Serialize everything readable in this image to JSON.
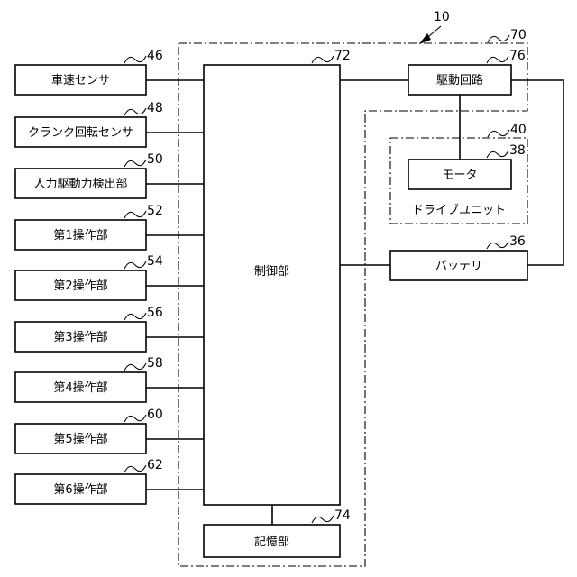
{
  "system": {
    "ref": "10"
  },
  "controller_group": {
    "ref": "70"
  },
  "drive_unit_group": {
    "ref": "40",
    "label": "ドライブユニット"
  },
  "sensors": [
    {
      "label": "車速センサ",
      "ref": "46"
    },
    {
      "label": "クランク回転センサ",
      "ref": "48"
    },
    {
      "label": "人力駆動力検出部",
      "ref": "50"
    },
    {
      "label": "第1操作部",
      "ref": "52"
    },
    {
      "label": "第2操作部",
      "ref": "54"
    },
    {
      "label": "第3操作部",
      "ref": "56"
    },
    {
      "label": "第4操作部",
      "ref": "58"
    },
    {
      "label": "第5操作部",
      "ref": "60"
    },
    {
      "label": "第6操作部",
      "ref": "62"
    }
  ],
  "control_unit": {
    "label": "制御部",
    "ref": "72"
  },
  "storage_unit": {
    "label": "記憶部",
    "ref": "74"
  },
  "drive_circuit": {
    "label": "駆動回路",
    "ref": "76"
  },
  "motor": {
    "label": "モータ",
    "ref": "38"
  },
  "battery": {
    "label": "バッテリ",
    "ref": "36"
  }
}
